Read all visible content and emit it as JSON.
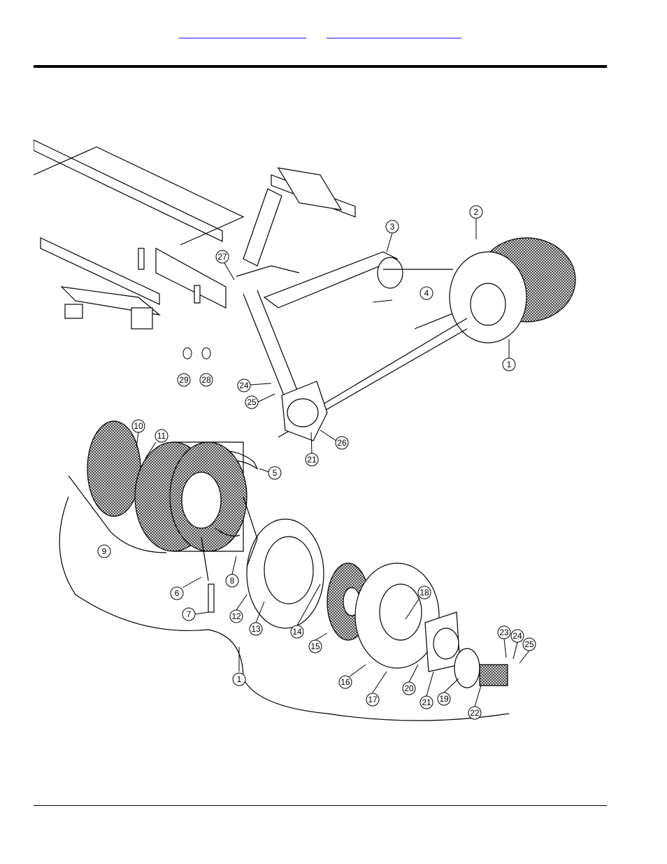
{
  "header": {
    "links": [
      "",
      ""
    ]
  },
  "figure": {
    "callouts": [
      {
        "label": "1"
      },
      {
        "label": "2"
      },
      {
        "label": "3"
      },
      {
        "label": "4"
      },
      {
        "label": "24"
      },
      {
        "label": "25"
      },
      {
        "label": "26"
      },
      {
        "label": "21"
      },
      {
        "label": "27"
      },
      {
        "label": "28"
      },
      {
        "label": "29"
      },
      {
        "label": "10"
      },
      {
        "label": "11"
      },
      {
        "label": "5"
      },
      {
        "label": "9"
      },
      {
        "label": "6"
      },
      {
        "label": "7"
      },
      {
        "label": "8"
      },
      {
        "label": "12"
      },
      {
        "label": "13"
      },
      {
        "label": "14"
      },
      {
        "label": "15"
      },
      {
        "label": "16"
      },
      {
        "label": "17"
      },
      {
        "label": "18"
      },
      {
        "label": "20"
      },
      {
        "label": "21"
      },
      {
        "label": "19"
      },
      {
        "label": "22"
      },
      {
        "label": "23"
      },
      {
        "label": "24"
      },
      {
        "label": "25"
      },
      {
        "label": "1"
      }
    ]
  }
}
